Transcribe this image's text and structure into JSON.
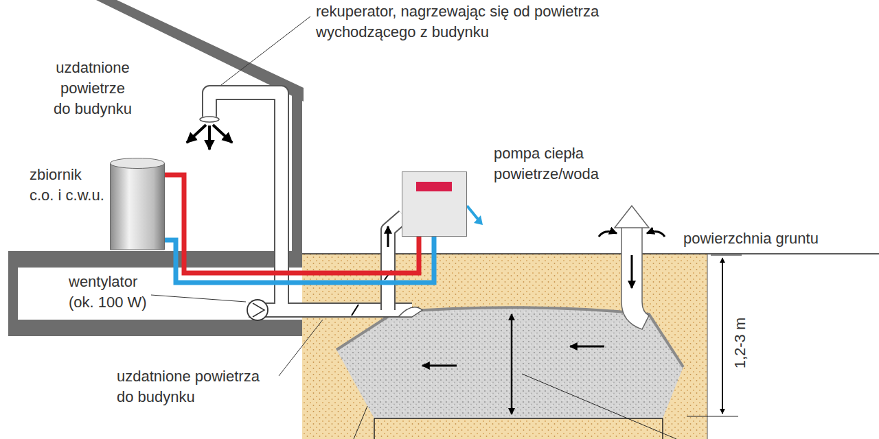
{
  "diagram": {
    "nodes": [
      {
        "text": [
          "zbiornik c.o. i c.w.u."
        ]
      },
      {
        "text": [
          "pompa ciepła powietrze/woda"
        ]
      }
    ],
    "edges": [
      {
        "from": 0,
        "to": 1,
        "arrow": "none"
      },
      {
        "from": 0,
        "to": 1,
        "arrow": "none"
      }
    ],
    "labels": [
      "rekuperator, nagrzewając się od powietrza wychodzącego z budynku",
      "uzdatnione powietrze do budynku",
      "wentylator (ok. 100 W)",
      "powierzchnia gruntu",
      "uzdatnione powietrza do budynku",
      "1,2-3 m"
    ]
  }
}
